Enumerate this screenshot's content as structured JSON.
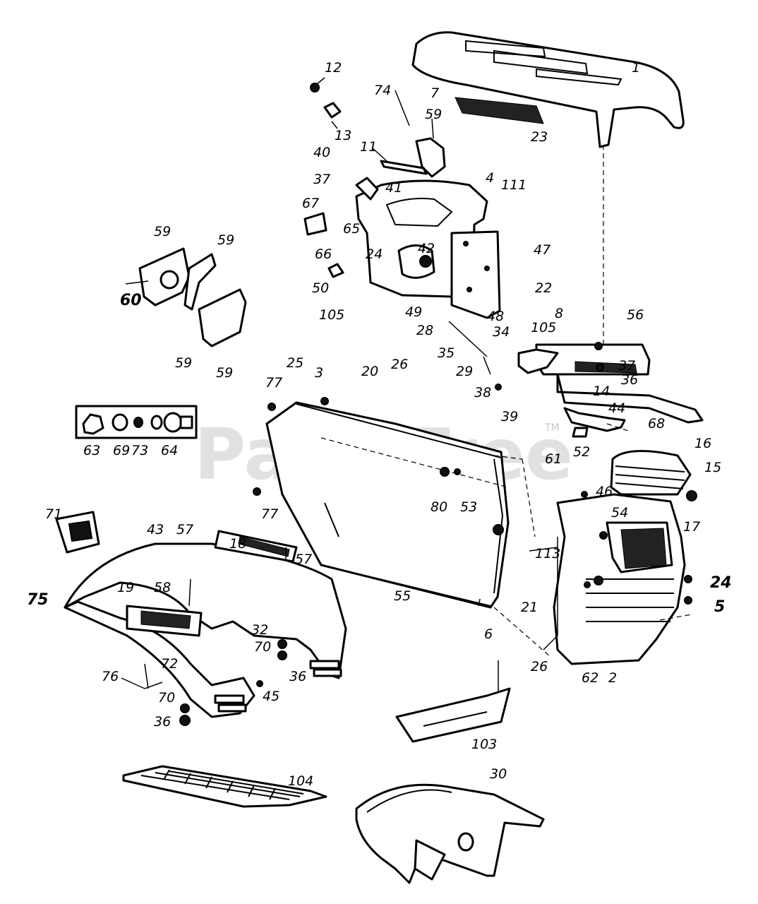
{
  "watermark": {
    "text": "PartsTree",
    "trademark": "TM"
  },
  "labels": [
    {
      "id": "l1",
      "text": "1"
    },
    {
      "id": "l2",
      "text": "2"
    },
    {
      "id": "l3",
      "text": "3"
    },
    {
      "id": "l4",
      "text": "4"
    },
    {
      "id": "l5",
      "text": "5"
    },
    {
      "id": "l6",
      "text": "6"
    },
    {
      "id": "l7",
      "text": "7"
    },
    {
      "id": "l8",
      "text": "8"
    },
    {
      "id": "l11",
      "text": "11"
    },
    {
      "id": "l12",
      "text": "12"
    },
    {
      "id": "l13",
      "text": "13"
    },
    {
      "id": "l14",
      "text": "14"
    },
    {
      "id": "l15",
      "text": "15"
    },
    {
      "id": "l16",
      "text": "16"
    },
    {
      "id": "l17",
      "text": "17"
    },
    {
      "id": "l18",
      "text": "18"
    },
    {
      "id": "l19",
      "text": "19"
    },
    {
      "id": "l20",
      "text": "20"
    },
    {
      "id": "l21",
      "text": "21"
    },
    {
      "id": "l22",
      "text": "22"
    },
    {
      "id": "l23",
      "text": "23"
    },
    {
      "id": "l24a",
      "text": "24"
    },
    {
      "id": "l24b",
      "text": "24"
    },
    {
      "id": "l25",
      "text": "25"
    },
    {
      "id": "l26a",
      "text": "26"
    },
    {
      "id": "l26b",
      "text": "26"
    },
    {
      "id": "l28",
      "text": "28"
    },
    {
      "id": "l29",
      "text": "29"
    },
    {
      "id": "l30",
      "text": "30"
    },
    {
      "id": "l32",
      "text": "32"
    },
    {
      "id": "l34",
      "text": "34"
    },
    {
      "id": "l35",
      "text": "35"
    },
    {
      "id": "l36a",
      "text": "36"
    },
    {
      "id": "l36b",
      "text": "36"
    },
    {
      "id": "l36c",
      "text": "36"
    },
    {
      "id": "l37a",
      "text": "37"
    },
    {
      "id": "l37b",
      "text": "37"
    },
    {
      "id": "l38",
      "text": "38"
    },
    {
      "id": "l39",
      "text": "39"
    },
    {
      "id": "l40",
      "text": "40"
    },
    {
      "id": "l41",
      "text": "41"
    },
    {
      "id": "l42",
      "text": "42"
    },
    {
      "id": "l43",
      "text": "43"
    },
    {
      "id": "l44",
      "text": "44"
    },
    {
      "id": "l45",
      "text": "45"
    },
    {
      "id": "l46",
      "text": "46"
    },
    {
      "id": "l47",
      "text": "47"
    },
    {
      "id": "l48",
      "text": "48"
    },
    {
      "id": "l49",
      "text": "49"
    },
    {
      "id": "l50",
      "text": "50"
    },
    {
      "id": "l52",
      "text": "52"
    },
    {
      "id": "l53",
      "text": "53"
    },
    {
      "id": "l54",
      "text": "54"
    },
    {
      "id": "l55",
      "text": "55"
    },
    {
      "id": "l56",
      "text": "56"
    },
    {
      "id": "l57a",
      "text": "57"
    },
    {
      "id": "l57b",
      "text": "57"
    },
    {
      "id": "l58",
      "text": "58"
    },
    {
      "id": "l59a",
      "text": "59"
    },
    {
      "id": "l59b",
      "text": "59"
    },
    {
      "id": "l59c",
      "text": "59"
    },
    {
      "id": "l59d",
      "text": "59"
    },
    {
      "id": "l59e",
      "text": "59"
    },
    {
      "id": "l60",
      "text": "60"
    },
    {
      "id": "l61",
      "text": "61"
    },
    {
      "id": "l62",
      "text": "62"
    },
    {
      "id": "l63",
      "text": "63"
    },
    {
      "id": "l64",
      "text": "64"
    },
    {
      "id": "l65",
      "text": "65"
    },
    {
      "id": "l66",
      "text": "66"
    },
    {
      "id": "l67",
      "text": "67"
    },
    {
      "id": "l68",
      "text": "68"
    },
    {
      "id": "l69",
      "text": "69"
    },
    {
      "id": "l70a",
      "text": "70"
    },
    {
      "id": "l70b",
      "text": "70"
    },
    {
      "id": "l71",
      "text": "71"
    },
    {
      "id": "l72",
      "text": "72"
    },
    {
      "id": "l73",
      "text": "73"
    },
    {
      "id": "l74",
      "text": "74"
    },
    {
      "id": "l75",
      "text": "75"
    },
    {
      "id": "l76",
      "text": "76"
    },
    {
      "id": "l77a",
      "text": "77"
    },
    {
      "id": "l77b",
      "text": "77"
    },
    {
      "id": "l80",
      "text": "80"
    },
    {
      "id": "l103",
      "text": "103"
    },
    {
      "id": "l104",
      "text": "104"
    },
    {
      "id": "l105a",
      "text": "105"
    },
    {
      "id": "l105b",
      "text": "105"
    },
    {
      "id": "l111",
      "text": "111"
    },
    {
      "id": "l113",
      "text": "113"
    }
  ]
}
